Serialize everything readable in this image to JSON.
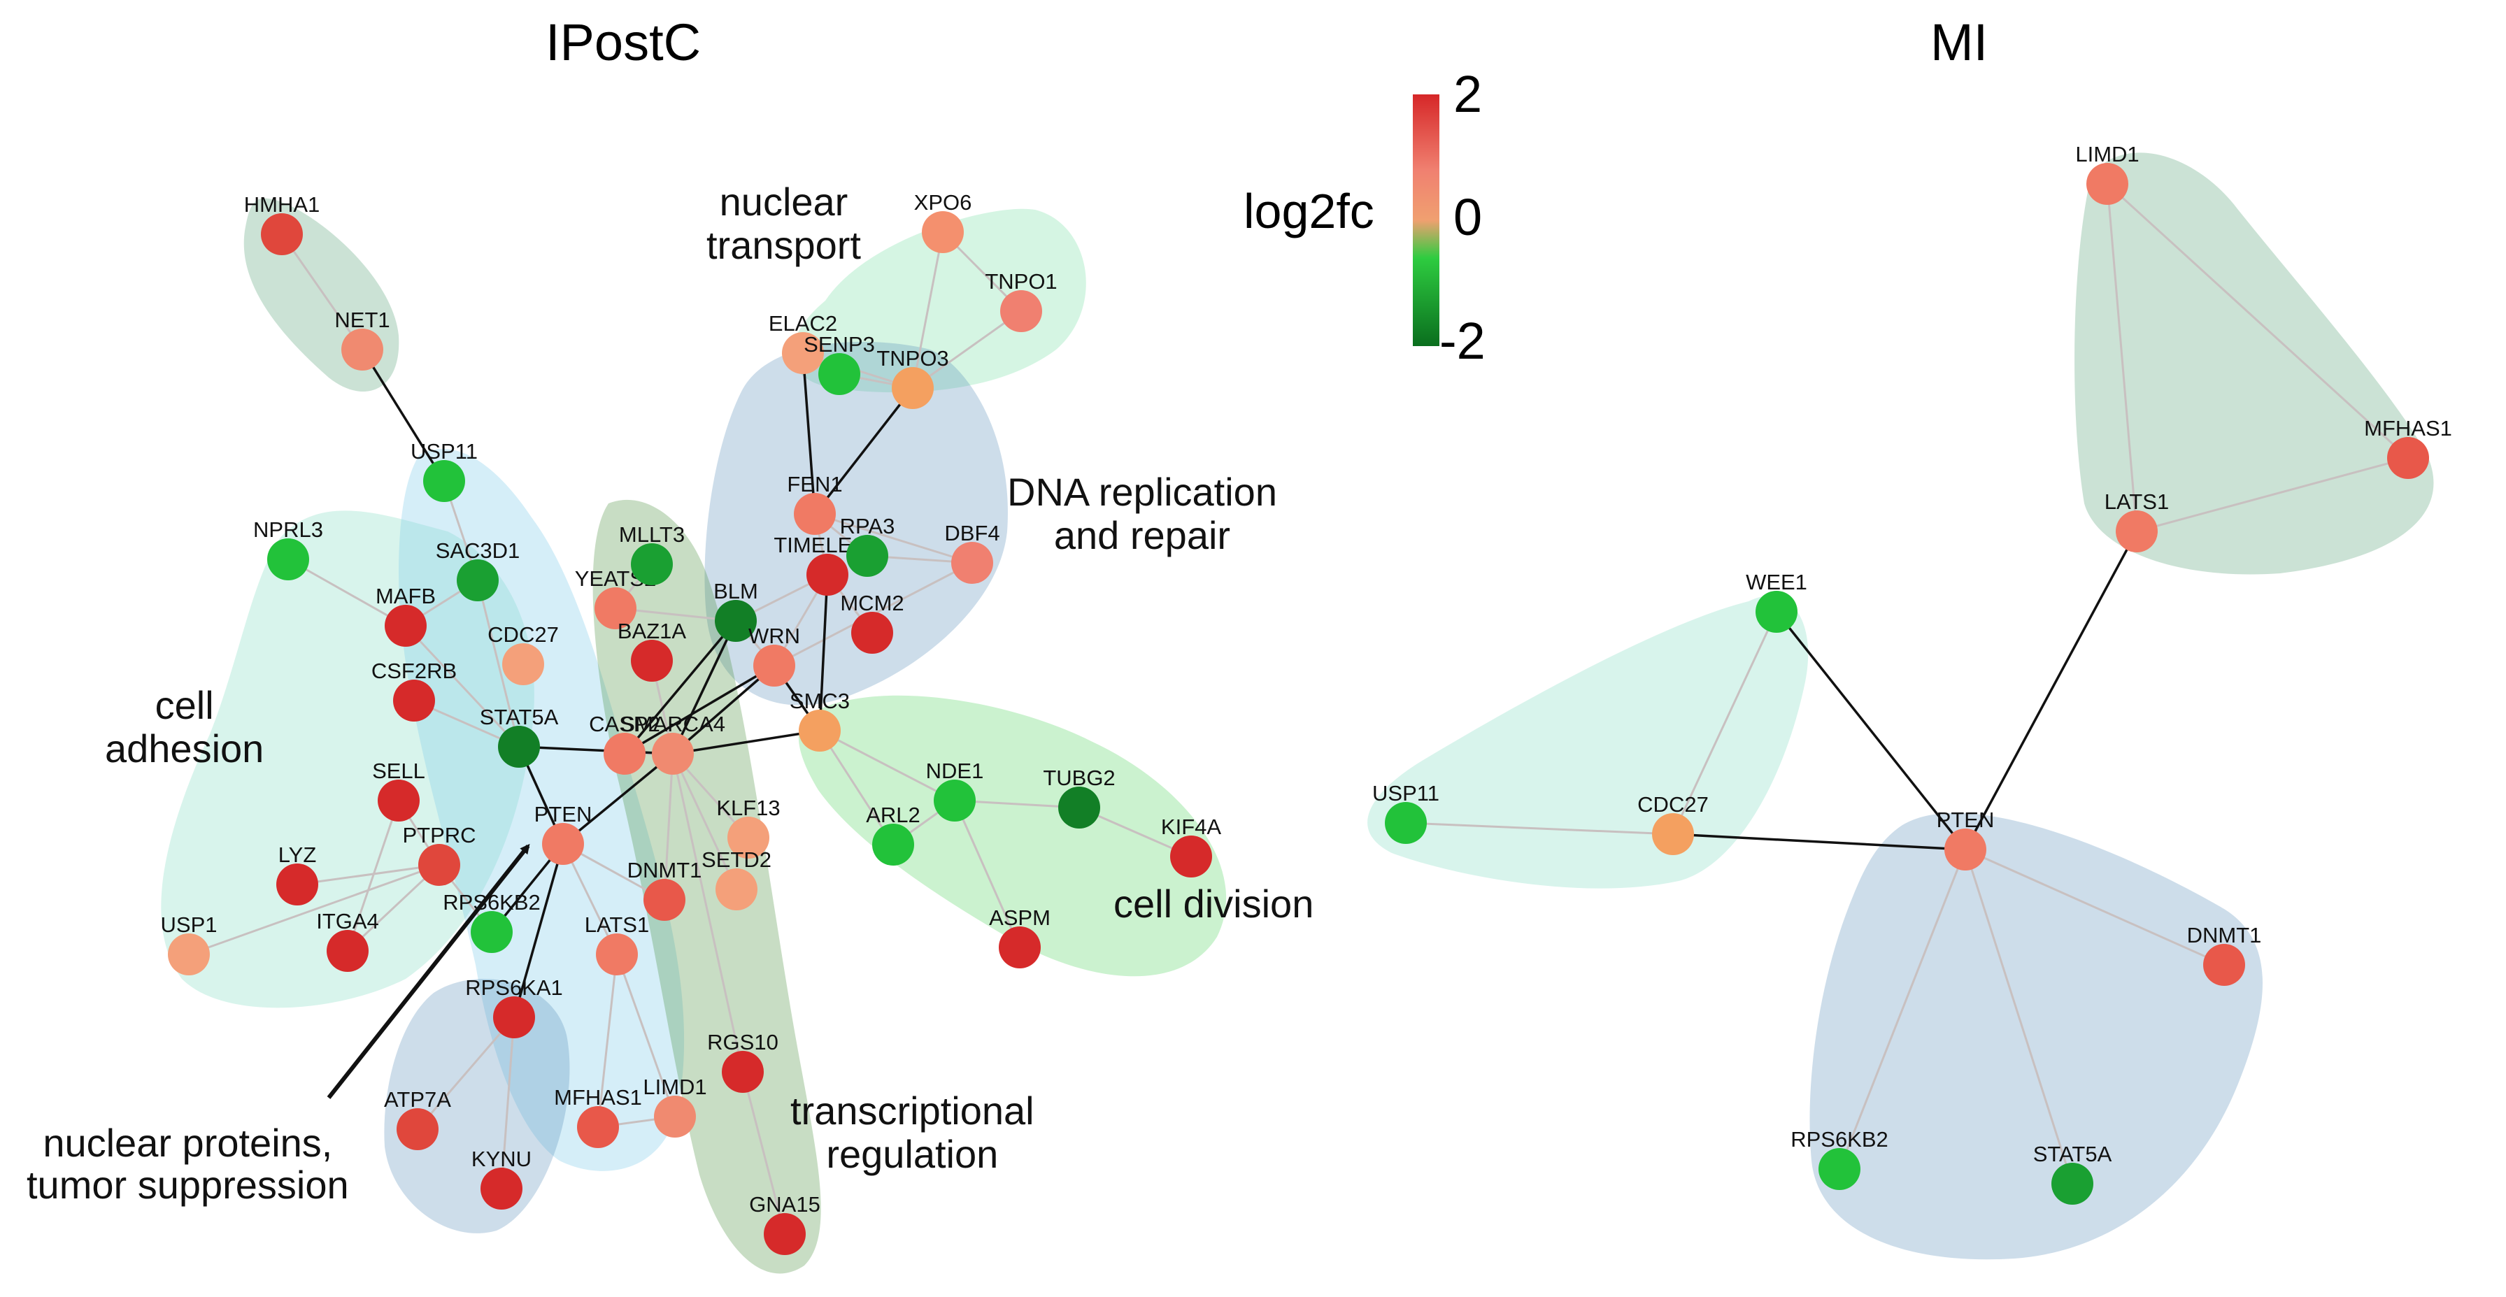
{
  "panels": [
    {
      "id": "ipostc",
      "title": "IPostC"
    },
    {
      "id": "mi",
      "title": "MI"
    }
  ],
  "legend": {
    "title": "log2fc",
    "max_label": "2",
    "mid_label": "0",
    "min_label": "-2",
    "colors": [
      "#d62728",
      "#f08070",
      "#f0a070",
      "#2ecc40",
      "#0a6e1e"
    ]
  },
  "groups": {
    "nuclear_transport": "nuclear\ntransport",
    "dna_replication": "DNA replication\nand repair",
    "cell_adhesion": "cell\nadhesion",
    "cell_division": "cell division",
    "transcriptional_regulation": "transcriptional\nregulation",
    "nuclear_proteins": "nuclear proteins,\ntumor suppression"
  },
  "nodes": {
    "HMHA1": {
      "label": "HMHA1",
      "color": "#e0473c"
    },
    "NET1": {
      "label": "NET1",
      "color": "#f08a70"
    },
    "USP11_a": {
      "label": "USP11",
      "color": "#22c23a"
    },
    "NPRL3": {
      "label": "NPRL3",
      "color": "#22c23a"
    },
    "SAC3D1": {
      "label": "SAC3D1",
      "color": "#1aa032"
    },
    "MAFB": {
      "label": "MAFB",
      "color": "#d62a2a"
    },
    "CSF2RB": {
      "label": "CSF2RB",
      "color": "#d62a2a"
    },
    "STAT5A_a": {
      "label": "STAT5A",
      "color": "#127f26"
    },
    "SELL": {
      "label": "SELL",
      "color": "#d62a2a"
    },
    "PTPRC": {
      "label": "PTPRC",
      "color": "#e0473c"
    },
    "LYZ": {
      "label": "LYZ",
      "color": "#d62a2a"
    },
    "USP1": {
      "label": "USP1",
      "color": "#f4a07a"
    },
    "ITGA4": {
      "label": "ITGA4",
      "color": "#d62a2a"
    },
    "RPS6KB2_a": {
      "label": "RPS6KB2",
      "color": "#22c23a"
    },
    "RPS6KA1": {
      "label": "RPS6KA1",
      "color": "#d62a2a"
    },
    "ATP7A": {
      "label": "ATP7A",
      "color": "#e0473c"
    },
    "KYNU": {
      "label": "KYNU",
      "color": "#d62a2a"
    },
    "MFHAS1_a": {
      "label": "MFHAS1",
      "color": "#e8584a"
    },
    "LIMD1_a": {
      "label": "LIMD1",
      "color": "#f08a70"
    },
    "LATS1_a": {
      "label": "LATS1",
      "color": "#f07a64"
    },
    "PTEN_a": {
      "label": "PTEN",
      "color": "#f07a64"
    },
    "DNMT1_a": {
      "label": "DNMT1",
      "color": "#e8584a"
    },
    "CDC27_a": {
      "label": "CDC27",
      "color": "#f4a07a"
    },
    "YEATS2": {
      "label": "YEATS2",
      "color": "#f07a64"
    },
    "MLLT3": {
      "label": "MLLT3",
      "color": "#1aa032"
    },
    "BAZ1A": {
      "label": "BAZ1A",
      "color": "#d62a2a"
    },
    "CASP2": {
      "label": "CASP2",
      "color": "#f07a64"
    },
    "SMARCA4": {
      "label": "SMARCA4",
      "color": "#f08a70"
    },
    "BLM": {
      "label": "BLM",
      "color": "#127f26"
    },
    "WRN": {
      "label": "WRN",
      "color": "#f07a64"
    },
    "SMC3": {
      "label": "SMC3",
      "color": "#f4a060"
    },
    "KLF13": {
      "label": "KLF13",
      "color": "#f4a07a"
    },
    "SETD2": {
      "label": "SETD2",
      "color": "#f4a07a"
    },
    "RGS10": {
      "label": "RGS10",
      "color": "#d62a2a"
    },
    "GNA15": {
      "label": "GNA15",
      "color": "#d62a2a"
    },
    "FEN1": {
      "label": "FEN1",
      "color": "#f07a64"
    },
    "TIMELESS": {
      "label": "TIMELESS",
      "color": "#d62a2a"
    },
    "RPA3": {
      "label": "RPA3",
      "color": "#1aa032"
    },
    "DBF4": {
      "label": "DBF4",
      "color": "#f08070"
    },
    "MCM2": {
      "label": "MCM2",
      "color": "#d62a2a"
    },
    "ELAC2": {
      "label": "ELAC2",
      "color": "#f4a07a"
    },
    "SENP3": {
      "label": "SENP3",
      "color": "#22c23a"
    },
    "TNPO3": {
      "label": "TNPO3",
      "color": "#f4a060"
    },
    "XPO6": {
      "label": "XPO6",
      "color": "#f4906e"
    },
    "TNPO1": {
      "label": "TNPO1",
      "color": "#f08070"
    },
    "NDE1": {
      "label": "NDE1",
      "color": "#22c23a"
    },
    "ARL2": {
      "label": "ARL2",
      "color": "#22c23a"
    },
    "TUBG2": {
      "label": "TUBG2",
      "color": "#127f26"
    },
    "KIF4A": {
      "label": "KIF4A",
      "color": "#d62a2a"
    },
    "ASPM": {
      "label": "ASPM",
      "color": "#d62a2a"
    },
    "LIMD1_b": {
      "label": "LIMD1",
      "color": "#f07a64"
    },
    "MFHAS1_b": {
      "label": "MFHAS1",
      "color": "#e8584a"
    },
    "LATS1_b": {
      "label": "LATS1",
      "color": "#f07a64"
    },
    "WEE1": {
      "label": "WEE1",
      "color": "#22c23a"
    },
    "USP11_b": {
      "label": "USP11",
      "color": "#22c23a"
    },
    "CDC27_b": {
      "label": "CDC27",
      "color": "#f4a060"
    },
    "PTEN_b": {
      "label": "PTEN",
      "color": "#f07a64"
    },
    "DNMT1_b": {
      "label": "DNMT1",
      "color": "#e8584a"
    },
    "RPS6KB2_b": {
      "label": "RPS6KB2",
      "color": "#22c23a"
    },
    "STAT5A_b": {
      "label": "STAT5A",
      "color": "#1aa032"
    }
  },
  "edges": {
    "within": [
      [
        "HMHA1",
        "NET1"
      ],
      [
        "NPRL3",
        "MAFB"
      ],
      [
        "SAC3D1",
        "MAFB"
      ],
      [
        "CSF2RB",
        "STAT5A_a"
      ],
      [
        "SELL",
        "PTPRC"
      ],
      [
        "LYZ",
        "PTPRC"
      ],
      [
        "USP1",
        "PTPRC"
      ],
      [
        "ITGA4",
        "PTPRC"
      ],
      [
        "SELL",
        "ITGA4"
      ],
      [
        "PTPRC",
        "RPS6KB2_a"
      ],
      [
        "RPS6KA1",
        "ATP7A"
      ],
      [
        "RPS6KA1",
        "KYNU"
      ],
      [
        "PTEN_a",
        "LATS1_a"
      ],
      [
        "LATS1_a",
        "MFHAS1_a"
      ],
      [
        "LATS1_a",
        "LIMD1_a"
      ],
      [
        "MFHAS1_a",
        "LIMD1_a"
      ],
      [
        "PTEN_a",
        "DNMT1_a"
      ],
      [
        "USP11_a",
        "SAC3D1"
      ],
      [
        "SAC3D1",
        "STAT5A_a"
      ],
      [
        "MAFB",
        "STAT5A_a"
      ],
      [
        "MLLT3",
        "YEATS2"
      ],
      [
        "YEATS2",
        "BLM"
      ],
      [
        "BAZ1A",
        "SMARCA4"
      ],
      [
        "SMARCA4",
        "KLF13"
      ],
      [
        "SMARCA4",
        "SETD2"
      ],
      [
        "SMARCA4",
        "RGS10"
      ],
      [
        "RGS10",
        "GNA15"
      ],
      [
        "SMARCA4",
        "CASP2"
      ],
      [
        "DNMT1_a",
        "SMARCA4"
      ],
      [
        "FEN1",
        "TIMELESS"
      ],
      [
        "FEN1",
        "RPA3"
      ],
      [
        "FEN1",
        "DBF4"
      ],
      [
        "TIMELESS",
        "MCM2"
      ],
      [
        "BLM",
        "WRN"
      ],
      [
        "TIMELESS",
        "WRN"
      ],
      [
        "RPA3",
        "DBF4"
      ],
      [
        "DBF4",
        "WRN"
      ],
      [
        "TIMELESS",
        "BLM"
      ],
      [
        "ELAC2",
        "TNPO3"
      ],
      [
        "SENP3",
        "TNPO3"
      ],
      [
        "XPO6",
        "TNPO1"
      ],
      [
        "TNPO1",
        "TNPO3"
      ],
      [
        "XPO6",
        "TNPO3"
      ],
      [
        "SMC3",
        "NDE1"
      ],
      [
        "SMC3",
        "ARL2"
      ],
      [
        "NDE1",
        "TUBG2"
      ],
      [
        "TUBG2",
        "KIF4A"
      ],
      [
        "NDE1",
        "ASPM"
      ],
      [
        "NDE1",
        "ARL2"
      ],
      [
        "LIMD1_b",
        "LATS1_b"
      ],
      [
        "LATS1_b",
        "MFHAS1_b"
      ],
      [
        "LIMD1_b",
        "MFHAS1_b"
      ],
      [
        "WEE1",
        "CDC27_b"
      ],
      [
        "USP11_b",
        "CDC27_b"
      ],
      [
        "PTEN_b",
        "DNMT1_b"
      ],
      [
        "PTEN_b",
        "RPS6KB2_b"
      ],
      [
        "PTEN_b",
        "STAT5A_b"
      ]
    ],
    "between": [
      [
        "NET1",
        "USP11_a"
      ],
      [
        "STAT5A_a",
        "SMARCA4"
      ],
      [
        "STAT5A_a",
        "PTEN_a"
      ],
      [
        "PTEN_a",
        "SMARCA4"
      ],
      [
        "PTEN_a",
        "RPS6KB2_a"
      ],
      [
        "PTEN_a",
        "RPS6KA1"
      ],
      [
        "CASP2",
        "BLM"
      ],
      [
        "SMARCA4",
        "BLM"
      ],
      [
        "SMARCA4",
        "WRN"
      ],
      [
        "WRN",
        "SMC3"
      ],
      [
        "SMARCA4",
        "SMC3"
      ],
      [
        "SMC3",
        "TIMELESS"
      ],
      [
        "FEN1",
        "ELAC2"
      ],
      [
        "FEN1",
        "TNPO3"
      ],
      [
        "CASP2",
        "WRN"
      ],
      [
        "CDC27_b",
        "PTEN_b"
      ],
      [
        "WEE1",
        "PTEN_b"
      ],
      [
        "LATS1_b",
        "PTEN_b"
      ]
    ]
  }
}
